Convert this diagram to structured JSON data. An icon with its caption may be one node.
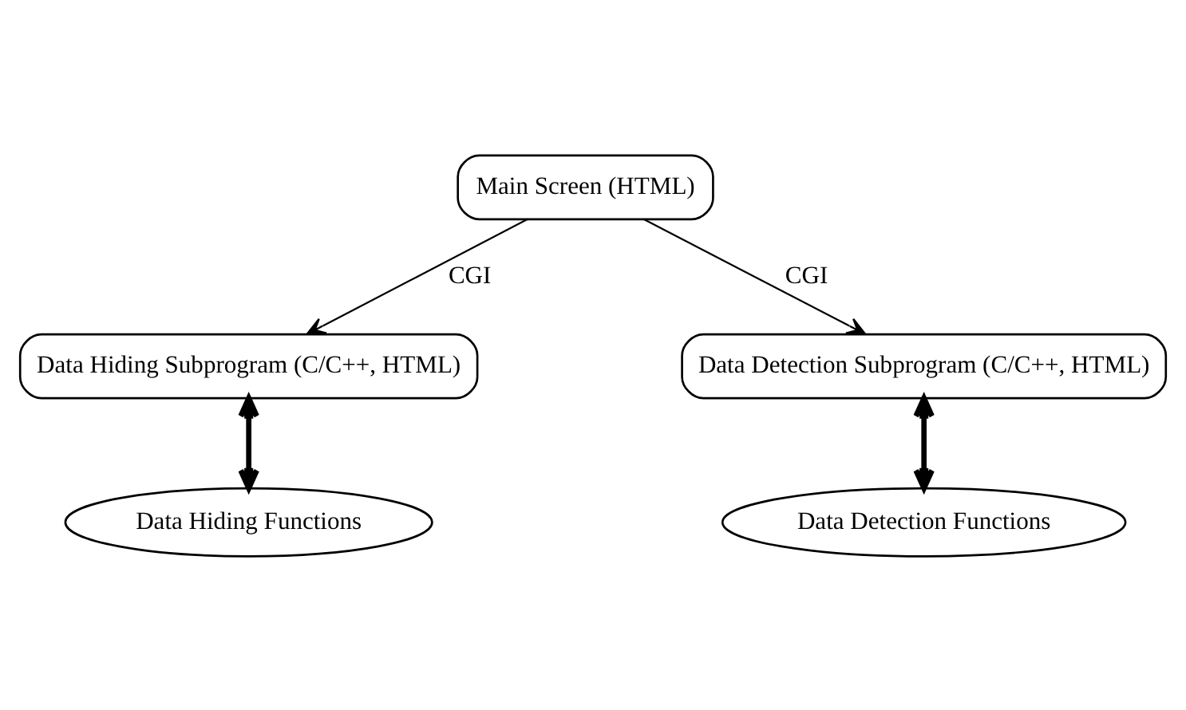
{
  "diagram": {
    "nodes": [
      {
        "text": [
          "Main Screen (HTML)"
        ]
      },
      {
        "text": [
          "Data Hiding Subprogram (C/C++, HTML)"
        ]
      },
      {
        "text": [
          "Data Detection Subprogram (C/C++, HTML)"
        ]
      },
      {
        "text": [
          "Data Hiding Functions"
        ]
      },
      {
        "text": [
          "Data Detection Functions"
        ]
      }
    ],
    "edges": [
      {
        "from": 0,
        "to": 1,
        "arrow": "to",
        "label": "CGI"
      },
      {
        "from": 0,
        "to": 2,
        "arrow": "to",
        "label": "CGI"
      },
      {
        "from": 1,
        "to": 3,
        "arrow": "both",
        "style": "thick"
      },
      {
        "from": 2,
        "to": 4,
        "arrow": "both",
        "style": "thick"
      }
    ]
  }
}
